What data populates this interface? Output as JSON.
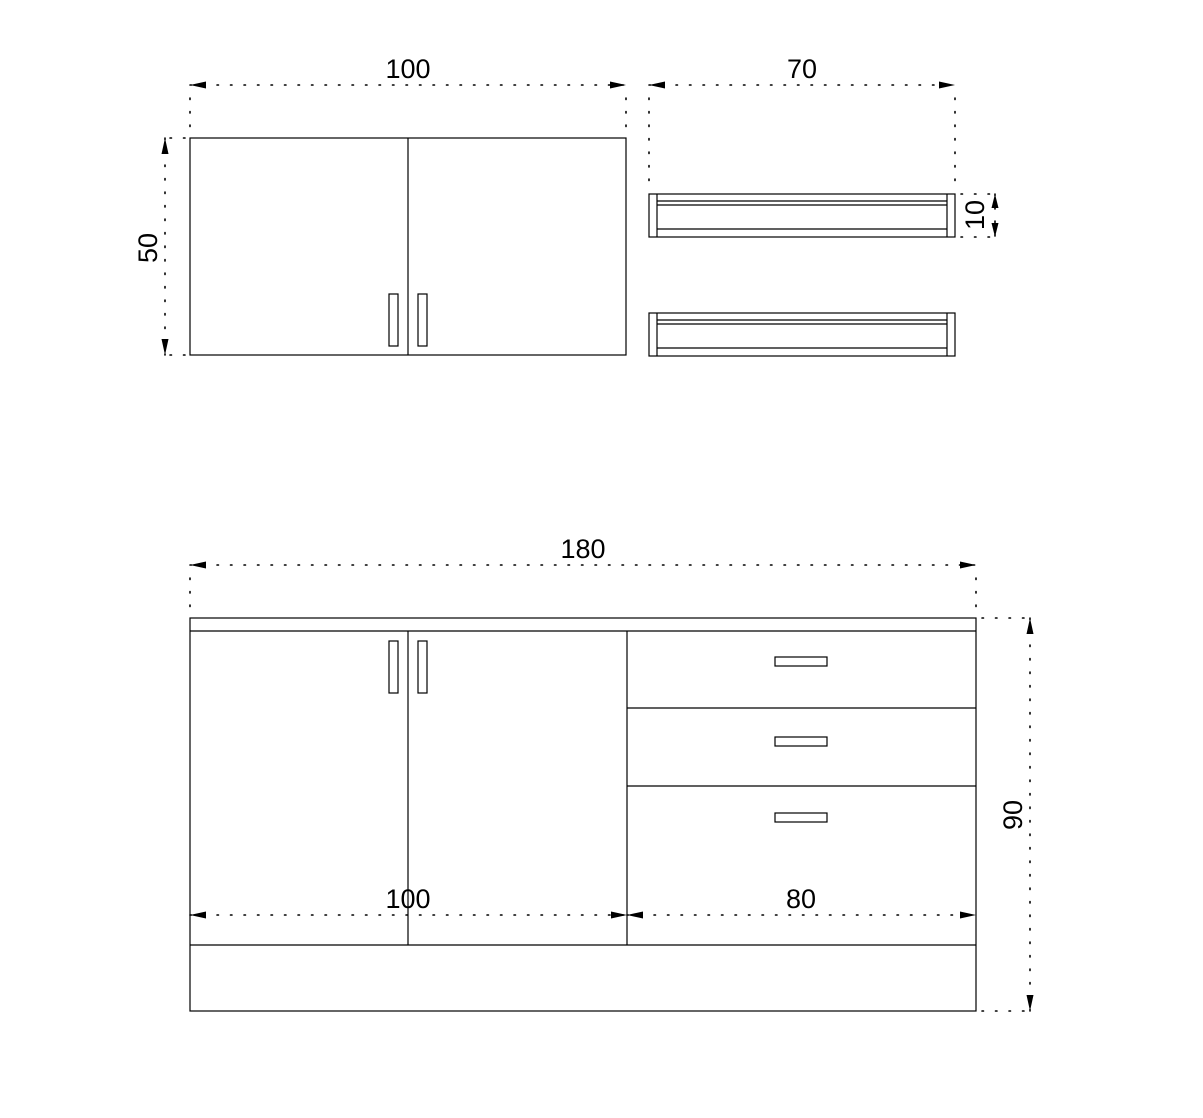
{
  "dimensions": {
    "upper_cabinet_width": "100",
    "upper_cabinet_height": "50",
    "shelf_width": "70",
    "shelf_height": "10",
    "lower_cabinet_width": "180",
    "lower_cabinet_height": "90",
    "lower_door_section_width": "100",
    "lower_drawer_section_width": "80"
  },
  "colors": {
    "stroke": "#000000",
    "background": "#ffffff"
  }
}
